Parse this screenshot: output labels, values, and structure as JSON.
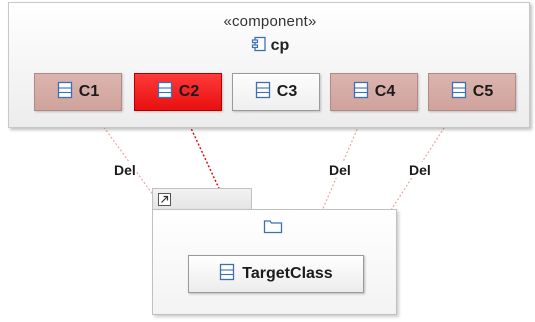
{
  "component": {
    "stereotype": "«component»",
    "name": "cp",
    "parts": [
      {
        "label": "C1",
        "state": "normal"
      },
      {
        "label": "C2",
        "state": "selected"
      },
      {
        "label": "C3",
        "state": "plain"
      },
      {
        "label": "C4",
        "state": "normal"
      },
      {
        "label": "C5",
        "state": "normal"
      }
    ]
  },
  "package": {
    "target_class": "TargetClass"
  },
  "dependencies": [
    {
      "from": "C1",
      "to": "TargetClass",
      "label": "Del",
      "color": "#e8a8a0"
    },
    {
      "from": "C2",
      "to": "TargetClass",
      "label": "",
      "color": "#e00000"
    },
    {
      "from": "C4",
      "to": "TargetClass",
      "label": "Del",
      "color": "#e8a8a0"
    },
    {
      "from": "C5",
      "to": "TargetClass",
      "label": "Del",
      "color": "#e8a8a0"
    }
  ],
  "colors": {
    "part_fill": "#d4a9a2",
    "selected_fill": "#f21a1a",
    "dependency_normal": "#e8a8a0",
    "dependency_selected": "#e00000",
    "icon_blue": "#3d6fb6"
  },
  "icons": {
    "component": "component-icon",
    "class": "class-icon",
    "package": "folder-icon",
    "shortcut": "shortcut-arrow-icon"
  }
}
